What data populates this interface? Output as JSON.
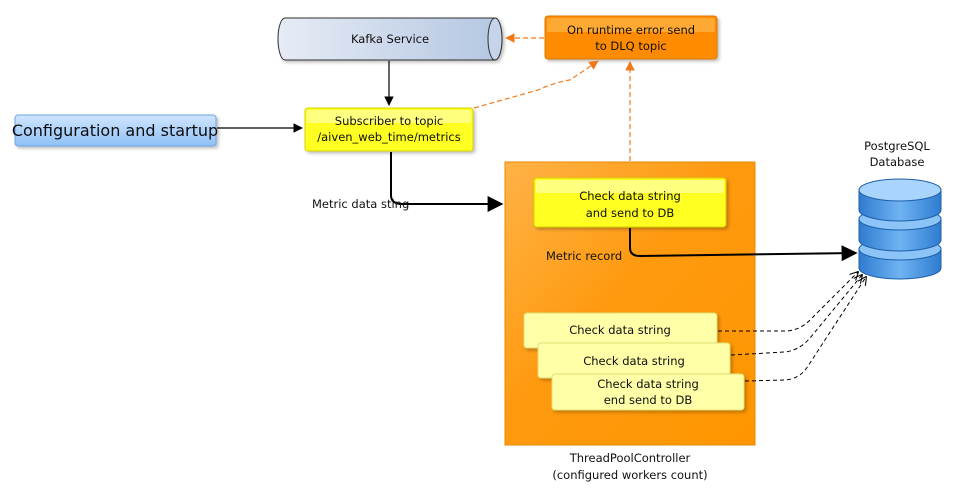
{
  "nodes": {
    "kafka": {
      "label": "Kafka Service"
    },
    "dlq": {
      "line1": "On runtime error send",
      "line2": "to DLQ topic"
    },
    "config": {
      "label": "Configuration and startup"
    },
    "subscriber": {
      "line1": "Subscriber to topic",
      "line2": "/aiven_web_time/metrics"
    },
    "pool": {
      "line1": "ThreadPoolController",
      "line2": "(configured workers count)"
    },
    "worker_main": {
      "line1": "Check data string",
      "line2": "and send to DB"
    },
    "worker_a": {
      "label": "Check data string"
    },
    "worker_b": {
      "label": "Check data string"
    },
    "worker_c": {
      "line1": "Check data string",
      "line2": "end send to DB"
    },
    "db": {
      "line1": "PostgreSQL",
      "line2": "Database"
    }
  },
  "edges": {
    "metric_data": {
      "label": "Metric data sting"
    },
    "metric_record": {
      "label": "Metric record"
    }
  },
  "colors": {
    "orange": "#ff9900",
    "dlq_orange": "#ff8c00",
    "yellow": "#ffff22",
    "light_yellow": "#ffffa8",
    "blue": "#99c6f7",
    "db_blue": "#4a90d9",
    "dashed_orange": "#f07a1a"
  }
}
